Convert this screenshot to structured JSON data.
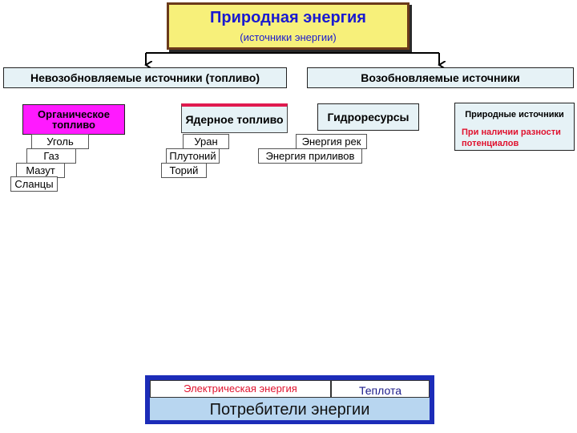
{
  "title": {
    "main": "Природная энергия",
    "sub": "(источники энергии)"
  },
  "categories": {
    "nonrenewable": "Невозобновляемые источники (топливо)",
    "renewable": "Возобновляемые источники"
  },
  "organic": {
    "label": "Органическое топливо",
    "items": [
      "Уголь",
      "Газ",
      "Мазут",
      "Сланцы"
    ]
  },
  "nuclear": {
    "label": "Ядерное топливо",
    "items": [
      "Уран",
      "Плутоний",
      "Торий"
    ]
  },
  "hydro": {
    "label": "Гидроресурсы",
    "items": [
      "Энергия рек",
      "Энергия приливов"
    ]
  },
  "natural": {
    "label": "Природные источники",
    "note": "При наличии разности потенциалов"
  },
  "consumers": {
    "electric": "Электрическая энергия",
    "heat": "Теплота",
    "label": "Потребители энергии"
  },
  "colors": {
    "title_bg": "#f7f07a",
    "title_text": "#1a1ad0",
    "box_bg": "#e6f2f6",
    "organic_bg": "#ff1aff",
    "accent_red": "#e0122e",
    "consumers_frame": "#1c2cb8",
    "consumers_bg": "#b8d6f0"
  }
}
